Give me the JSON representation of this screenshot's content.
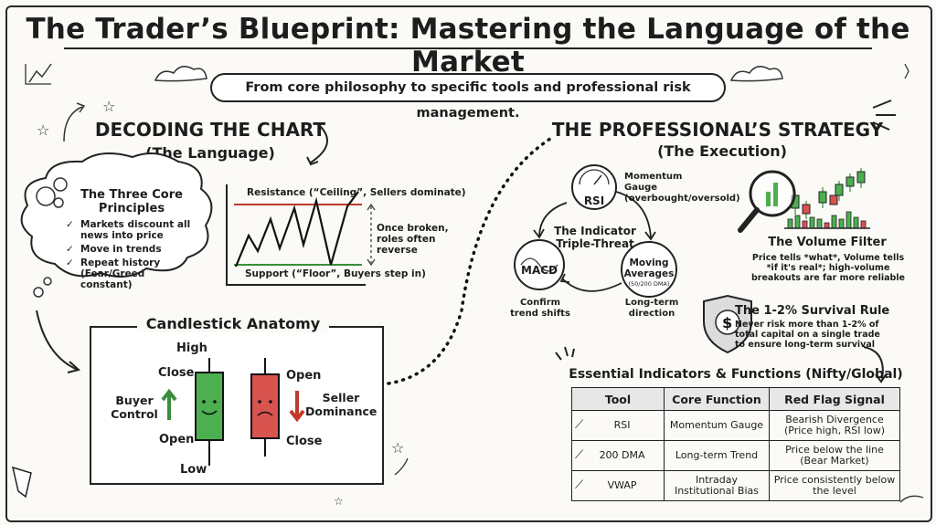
{
  "title": "The Trader’s Blueprint: Mastering the Language of the Market",
  "subtitle": "From core philosophy to specific tools and professional risk management.",
  "left": {
    "heading": "DECODING THE CHART",
    "subheading": "(The Language)",
    "principles": {
      "title": "The Three Core Principles",
      "items": [
        "Markets discount all news into price",
        "Move in trends",
        "Repeat history (Fear/Greed constant)"
      ]
    },
    "sr_chart": {
      "resistance": "Resistance (“Ceiling”, Sellers dominate)",
      "support": "Support (“Floor”, Buyers step in)",
      "note": "Once broken, roles often reverse"
    },
    "candles": {
      "title": "Candlestick Anatomy",
      "high": "High",
      "close_bull": "Close",
      "open_bull": "Open",
      "low": "Low",
      "open_bear": "Open",
      "close_bear": "Close",
      "buyer": "Buyer Control",
      "seller": "Seller Dominance"
    }
  },
  "right": {
    "heading": "THE PROFESSIONAL’S STRATEGY",
    "subheading": "(The Execution)",
    "triple": {
      "center": "The Indicator Triple-Threat",
      "rsi": "RSI",
      "rsi_desc": "Momentum Gauge (overbought/oversold)",
      "ma": "Moving Averages",
      "ma_sub": "(50/200 DMA)",
      "ma_desc": "Long-term direction",
      "macd": "MACD",
      "macd_desc": "Confirm trend shifts"
    },
    "volume": {
      "title": "The Volume Filter",
      "desc": "Price tells *what*, Volume tells *if it's real*; high-volume breakouts are far more reliable"
    },
    "survival": {
      "title": "The 1-2% Survival Rule",
      "desc": "Never risk more than 1-2% of total capital on a single trade to ensure long-term survival"
    },
    "table": {
      "title": "Essential Indicators & Functions (Nifty/Global)",
      "headers": [
        "Tool",
        "Core Function",
        "Red Flag Signal"
      ],
      "rows": [
        {
          "tool": "RSI",
          "func": "Momentum Gauge",
          "flag": "Bearish Divergence (Price high, RSI low)"
        },
        {
          "tool": "200 DMA",
          "func": "Long-term Trend",
          "flag": "Price below the line (Bear Market)"
        },
        {
          "tool": "VWAP",
          "func": "Intraday Institutional Bias",
          "flag": "Price consistently below the level"
        }
      ]
    }
  },
  "colors": {
    "green": "#4caf50",
    "red": "#d9534f",
    "support": "#3c8d3c",
    "resistance": "#c0392b"
  }
}
